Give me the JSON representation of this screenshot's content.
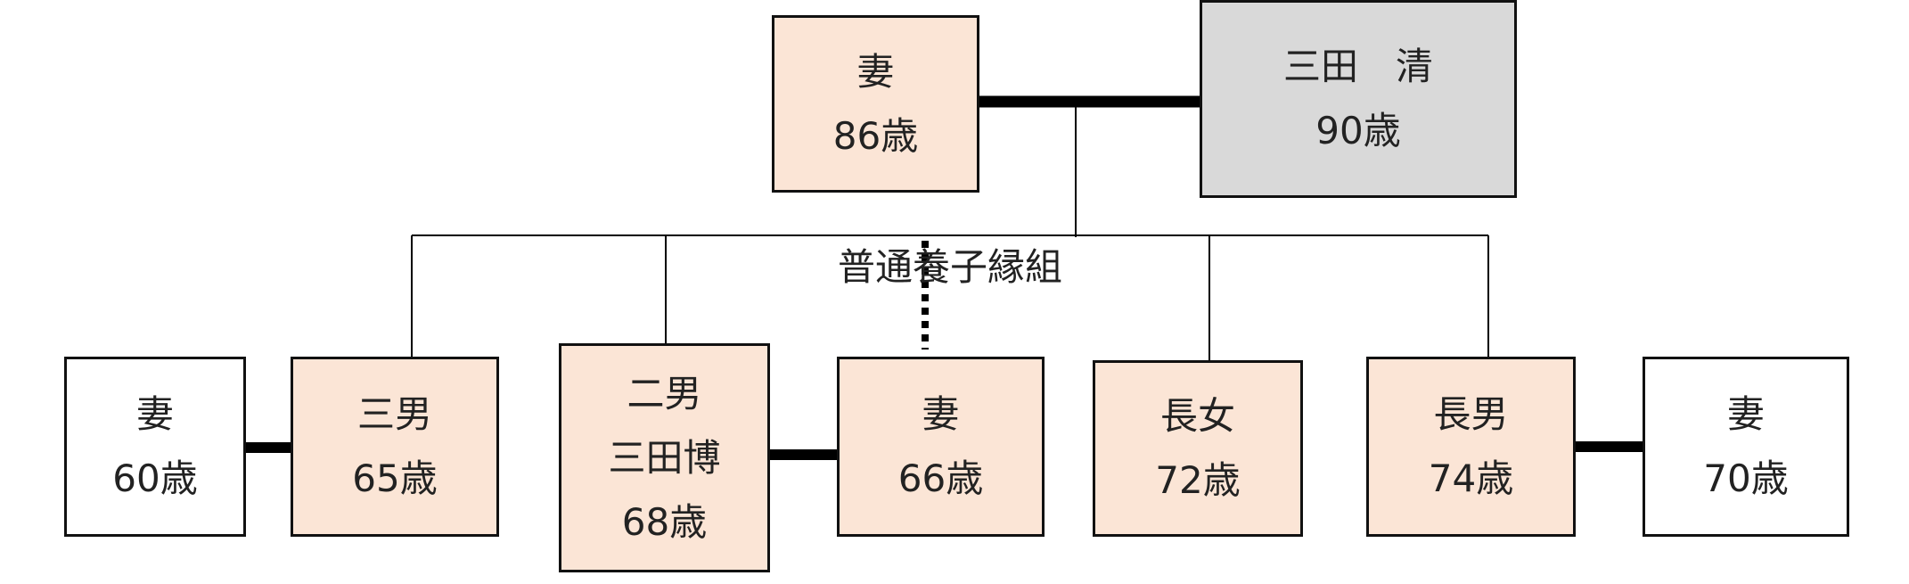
{
  "people": {
    "grandmother": {
      "name": "妻",
      "age": "86歳"
    },
    "grandfather": {
      "name": "三田　清",
      "age": "90歳"
    },
    "wife_third_son": {
      "name": "妻",
      "age": "60歳"
    },
    "third_son": {
      "name": "三男",
      "age": "65歳"
    },
    "second_son": {
      "relation": "二男",
      "name": "三田博",
      "age": "68歳"
    },
    "wife_second_son": {
      "name": "妻",
      "age": "66歳"
    },
    "eldest_daughter": {
      "name": "長女",
      "age": "72歳"
    },
    "eldest_son": {
      "name": "長男",
      "age": "74歳"
    },
    "wife_eldest_son": {
      "name": "妻",
      "age": "70歳"
    }
  },
  "labels": {
    "adoption": "普通養子縁組"
  },
  "colors": {
    "relative_fill": "#fbe5d6",
    "deceased_fill": "#d9d9d9",
    "spouse_fill": "#ffffff",
    "line": "#000000"
  }
}
